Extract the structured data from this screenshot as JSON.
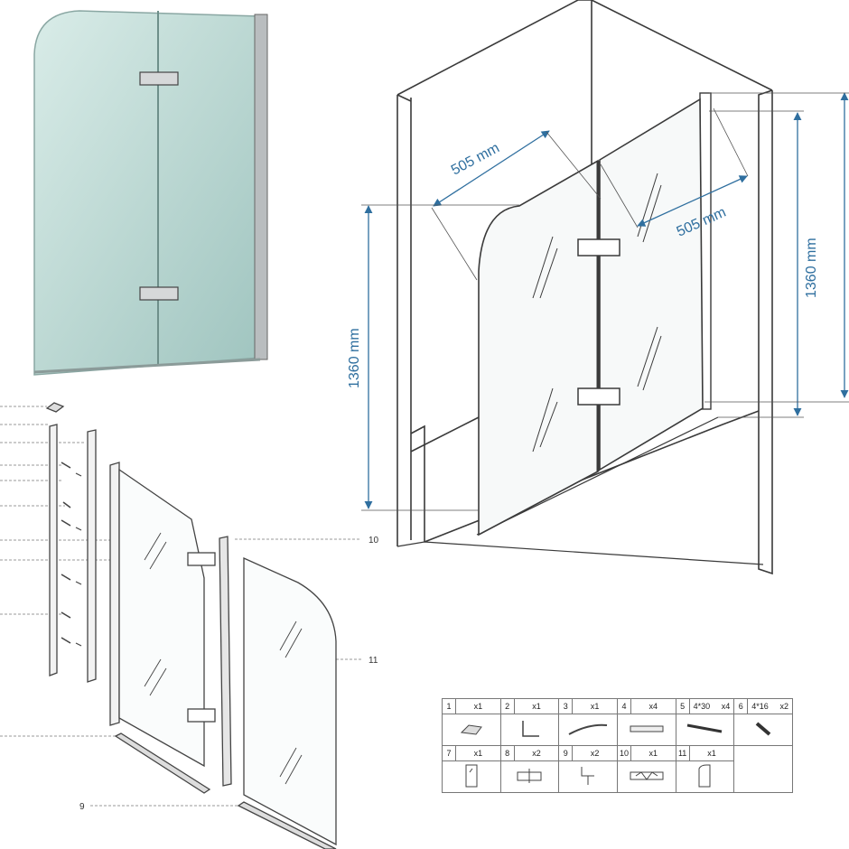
{
  "dimensions": {
    "width_left": "505 mm",
    "width_right": "505 mm",
    "height_left": "1360 mm",
    "height_right": "1360 mm"
  },
  "callouts": {
    "label_10": "10",
    "label_11": "11",
    "label_9": "9"
  },
  "parts_table": {
    "row1": [
      {
        "no": "1",
        "qty": "x1",
        "icon": "wall-bracket-icon"
      },
      {
        "no": "2",
        "qty": "x1",
        "icon": "corner-profile-icon"
      },
      {
        "no": "3",
        "qty": "x1",
        "icon": "curved-strip-icon"
      },
      {
        "no": "4",
        "qty": "x4",
        "icon": "wall-plug-icon"
      },
      {
        "no": "5",
        "qty": "x4",
        "size": "4*30",
        "icon": "long-screw-icon"
      },
      {
        "no": "6",
        "qty": "x2",
        "size": "4*16",
        "icon": "short-screw-icon"
      }
    ],
    "row2": [
      {
        "no": "7",
        "qty": "x1",
        "icon": "glass-panel-icon"
      },
      {
        "no": "8",
        "qty": "x2",
        "icon": "hinge-icon"
      },
      {
        "no": "9",
        "qty": "x2",
        "icon": "seal-strip-icon"
      },
      {
        "no": "10",
        "qty": "x1",
        "icon": "magnetic-seal-icon"
      },
      {
        "no": "11",
        "qty": "x1",
        "icon": "glass-panel-icon"
      }
    ]
  },
  "colors": {
    "dimension": "#2f6f9f",
    "line": "#3a3a3a",
    "glass": "#cfe5e0"
  }
}
